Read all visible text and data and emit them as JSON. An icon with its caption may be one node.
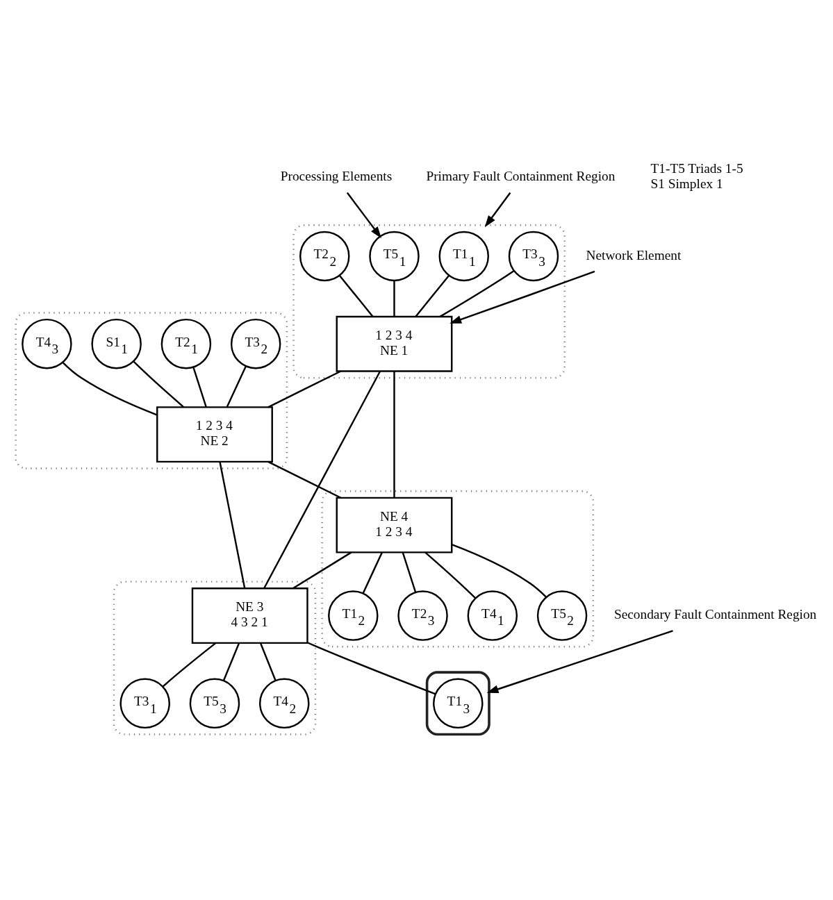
{
  "diagram": {
    "nodes": [
      {
        "text": [
          "Primary Fault Containment Region"
        ]
      },
      {
        "text": [],
        "shape": "box"
      },
      {
        "text": [
          "T1$_{1}$"
        ],
        "in": 1
      },
      {
        "text": [
          "T2$_{2}$"
        ],
        "in": 1
      },
      {
        "text": [
          "T3$_{3}$"
        ],
        "in": 1
      },
      {
        "text": [
          "T5$_{1}$"
        ],
        "in": 1
      },
      {
        "text": [
          "Processing Elements"
        ]
      },
      {
        "text": [
          "1 2 3 4",
          "NE 1"
        ],
        "in": 1
      },
      {
        "text": [
          "Network Element"
        ]
      },
      {
        "text": [],
        "shape": "box"
      },
      {
        "text": [
          "S1$_{1}$"
        ],
        "in": 9
      },
      {
        "text": [
          "T4$_{3}$"
        ],
        "in": 9
      },
      {
        "text": [
          "T3$_{2}$"
        ],
        "in": 9
      },
      {
        "text": [
          "T2$_{1}$"
        ],
        "in": 9
      },
      {
        "text": [
          "1 2 3 4",
          "NE 2"
        ],
        "in": 9
      },
      {
        "text": [],
        "shape": "box"
      },
      {
        "text": [
          "NE 4",
          "1 2 3 4"
        ],
        "in": 15
      },
      {
        "text": [
          "T1$_{2}$"
        ],
        "in": 15
      },
      {
        "text": [
          "T2$_{3}$"
        ],
        "in": 15
      },
      {
        "text": [
          "T4$_{1}$"
        ],
        "in": 15
      },
      {
        "text": [
          "T5$_{2}$"
        ],
        "in": 15
      },
      {
        "text": [],
        "shape": "box"
      },
      {
        "text": [
          "NE 3",
          "4 3 2 1"
        ],
        "in": 21
      },
      {
        "text": [
          "T5$_{3}$"
        ],
        "in": 21
      },
      {
        "text": [
          "T4$_{2}$"
        ],
        "in": 21
      },
      {
        "text": [
          "T3$_{1}$"
        ],
        "in": 21
      },
      {
        "text": [],
        "shape": "box"
      },
      {
        "text": [
          "T1$_{3}$"
        ],
        "in": 26
      },
      {
        "text": [
          "Secondary Fault Containment Region"
        ]
      }
    ],
    "edges": [
      {
        "from": 0,
        "to": 1,
        "arrow": "to"
      },
      {
        "from": 6,
        "to": 5,
        "arrow": "to"
      },
      {
        "from": 8,
        "to": 7,
        "arrow": "to"
      },
      {
        "from": 2,
        "to": 7,
        "arrow": "none"
      },
      {
        "from": 3,
        "to": 7,
        "arrow": "none"
      },
      {
        "from": 4,
        "to": 7,
        "arrow": "none"
      },
      {
        "from": 5,
        "to": 7,
        "arrow": "none"
      },
      {
        "from": 7,
        "to": 14,
        "arrow": "none"
      },
      {
        "from": 7,
        "to": 22,
        "arrow": "none"
      },
      {
        "from": 7,
        "to": 16,
        "arrow": "none"
      },
      {
        "from": 10,
        "to": 14,
        "arrow": "none"
      },
      {
        "from": 11,
        "to": 14,
        "arrow": "none"
      },
      {
        "from": 12,
        "to": 14,
        "arrow": "none"
      },
      {
        "from": 13,
        "to": 14,
        "arrow": "none"
      },
      {
        "from": 14,
        "to": 16,
        "arrow": "none"
      },
      {
        "from": 14,
        "to": 22,
        "arrow": "none"
      },
      {
        "from": 16,
        "to": 17,
        "arrow": "none"
      },
      {
        "from": 16,
        "to": 18,
        "arrow": "none"
      },
      {
        "from": 16,
        "to": 19,
        "arrow": "none"
      },
      {
        "from": 16,
        "to": 20,
        "arrow": "none"
      },
      {
        "from": 16,
        "to": 22,
        "arrow": "none"
      },
      {
        "from": 22,
        "to": 23,
        "arrow": "none"
      },
      {
        "from": 22,
        "to": 24,
        "arrow": "none"
      },
      {
        "from": 22,
        "to": 25,
        "arrow": "none"
      },
      {
        "from": 22,
        "to": 27,
        "arrow": "none"
      },
      {
        "from": 28,
        "to": 26,
        "arrow": "to"
      }
    ],
    "labels": [
      "T1-T5 Triads 1-5",
      "S1 Simplex 1"
    ]
  }
}
